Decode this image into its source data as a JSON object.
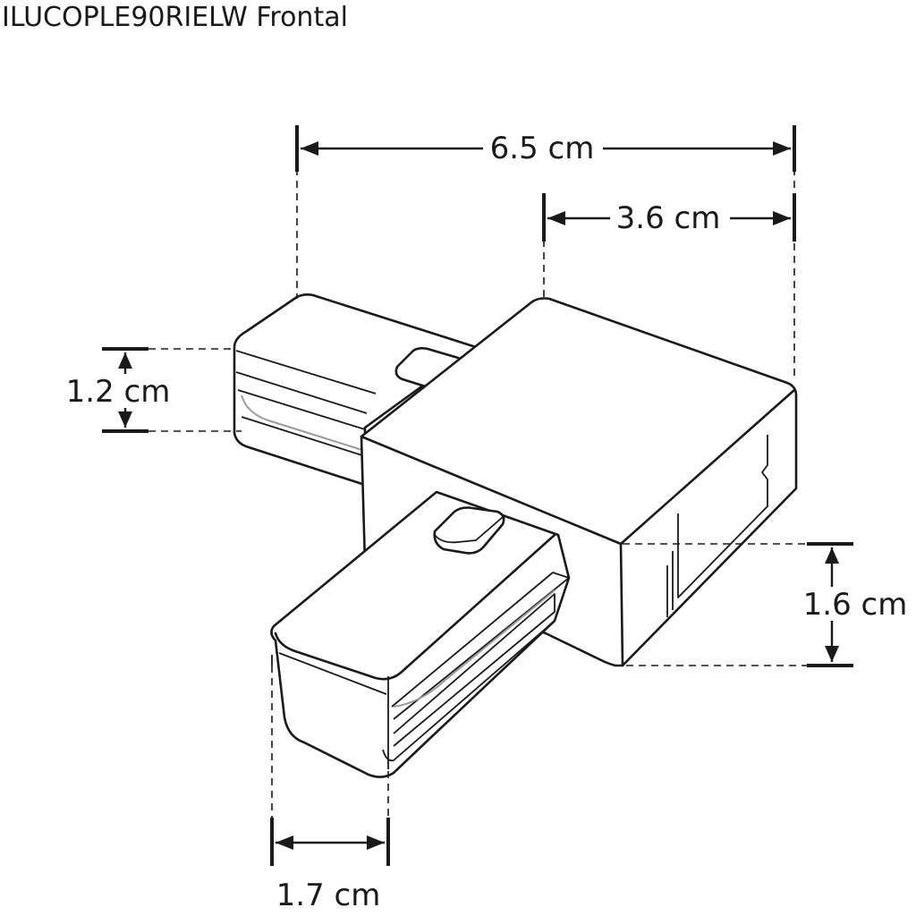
{
  "title": "ILUCOPLE90RIELW Frontal",
  "dimensions": {
    "total_width": "6.5 cm",
    "body_width": "3.6 cm",
    "arm_height": "1.2 cm",
    "body_height": "1.6 cm",
    "arm_width": "1.7 cm"
  },
  "colors": {
    "line": "#1a1a1a",
    "background": "#ffffff",
    "accent_stripe": "#9a9a9a"
  }
}
